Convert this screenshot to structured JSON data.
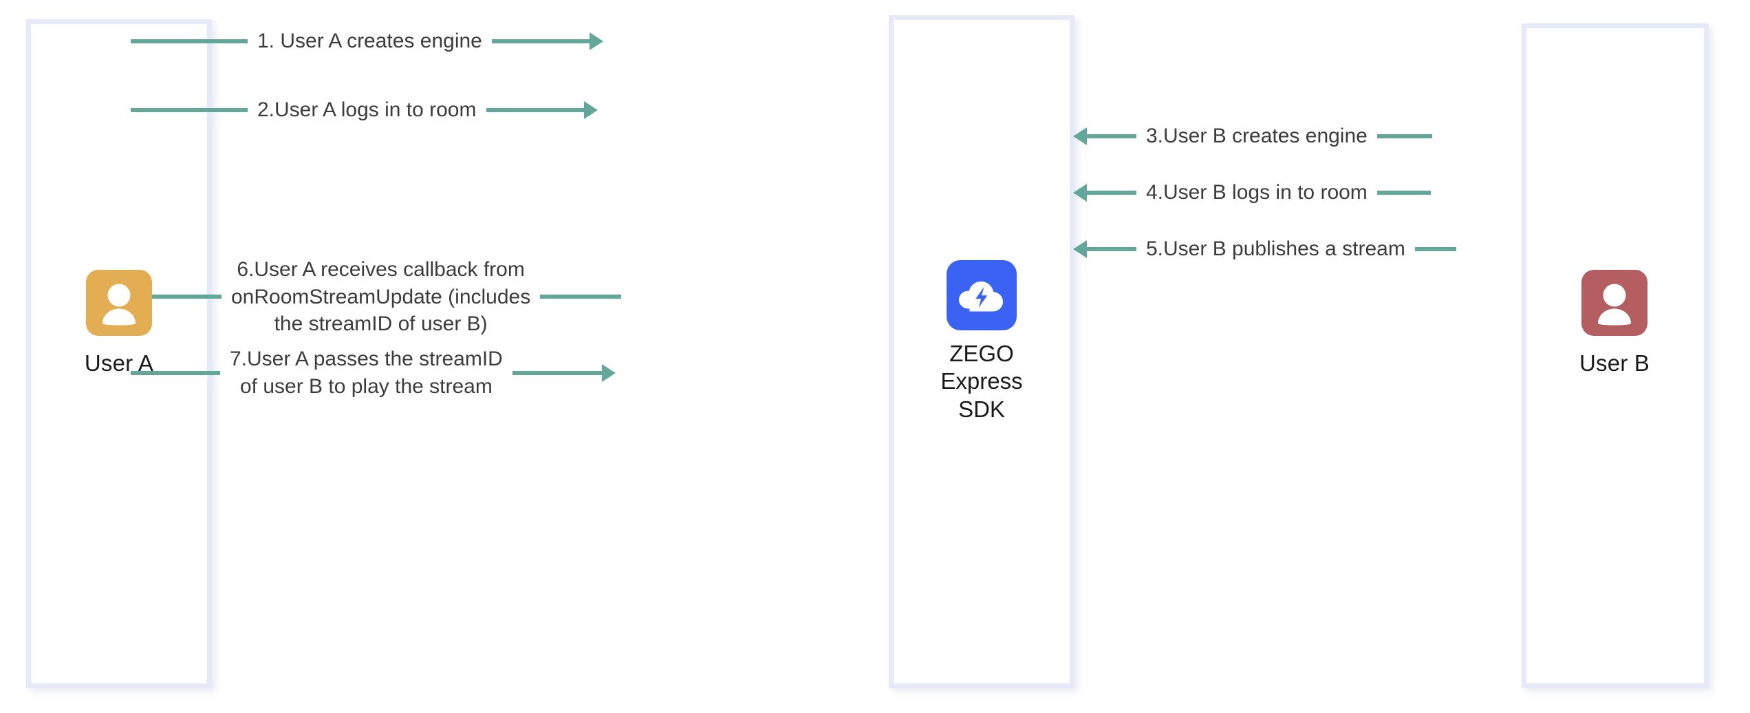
{
  "diagram": {
    "title": "ZEGO Express SDK stream publish / play sequence",
    "colors": {
      "arrow": "#62a79a",
      "lane_border": "#e5eaf9",
      "avatar_a": "#e3ae53",
      "avatar_b": "#b55e62",
      "zego_blue": "#3a63f3",
      "label_text": "#3c3c3c",
      "actor_text": "#1a1a1a",
      "background": "#ffffff"
    }
  },
  "actors": [
    {
      "id": "user-a",
      "label": "User A",
      "icon": "person-avatar-icon",
      "color": "#e3ae53"
    },
    {
      "id": "zego-sdk",
      "label": "ZEGO\nExpress\nSDK",
      "icon": "zego-cloud-bolt-icon",
      "color": "#3a63f3"
    },
    {
      "id": "user-b",
      "label": "User B",
      "icon": "person-avatar-icon",
      "color": "#b55e62"
    }
  ],
  "messages": [
    {
      "step": 1,
      "label": "1. User A creates engine",
      "from": "user-a",
      "to": "zego-sdk",
      "direction": "right"
    },
    {
      "step": 2,
      "label": "2.User A logs in to room",
      "from": "user-a",
      "to": "zego-sdk",
      "direction": "right"
    },
    {
      "step": 3,
      "label": "3.User B creates engine",
      "from": "user-b",
      "to": "zego-sdk",
      "direction": "left"
    },
    {
      "step": 4,
      "label": "4.User B logs in to room",
      "from": "user-b",
      "to": "zego-sdk",
      "direction": "left"
    },
    {
      "step": 5,
      "label": "5.User B publishes a stream",
      "from": "user-b",
      "to": "zego-sdk",
      "direction": "left"
    },
    {
      "step": 6,
      "label": "6.User A receives callback from\nonRoomStreamUpdate (includes\nthe streamID of user B)",
      "from": "zego-sdk",
      "to": "user-a",
      "direction": "left"
    },
    {
      "step": 7,
      "label": "7.User A passes the streamID\nof user B to play the stream",
      "from": "user-a",
      "to": "zego-sdk",
      "direction": "right"
    }
  ]
}
